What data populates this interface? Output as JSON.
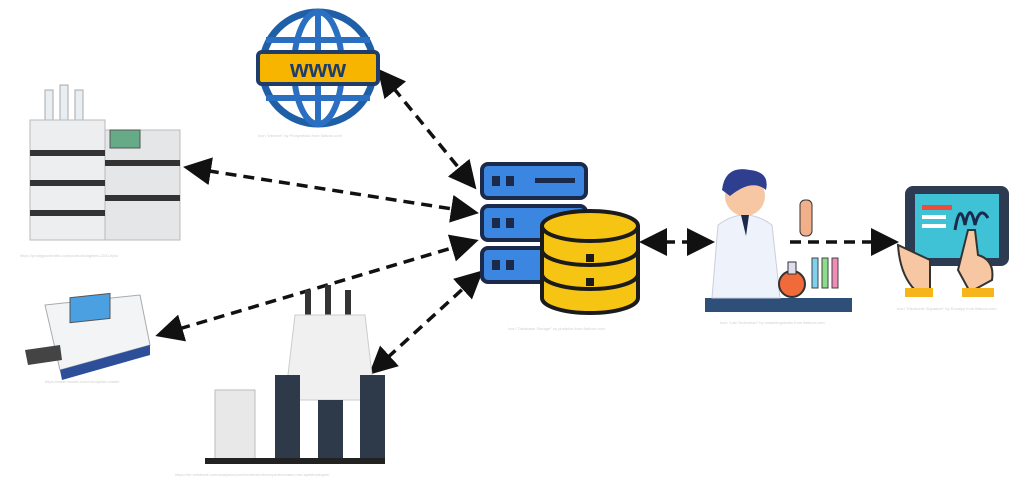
{
  "captions": {
    "internet": "Icon \"Internet\" by Prosymbols from flaticon.com",
    "hplc": "https://prodigyscientific.com/products/agilent-1200-hplc/",
    "database": "Icon \"Database Storage\" by phatplus from flaticon.com",
    "lab_technician": "Icon \"Lab Technician\" by smashingstocks from flaticon.com",
    "microplate": "https://www.mrclab.com/microplate-reader",
    "nmr": "https://de.eelsbeek.com/analysen/pruefverfahren/kernspinresonanz-nmr-spektroskopie/",
    "signature": "Icon \"Electronic Signature\" by Eucalyp from flaticon.com"
  },
  "globe": {
    "label": "www"
  },
  "colors": {
    "arrow": "#111111",
    "globe": "#2a6fc1",
    "server": "#3a86e0",
    "database": "#f6c514",
    "tablet_screen": "#3fc1d6"
  }
}
